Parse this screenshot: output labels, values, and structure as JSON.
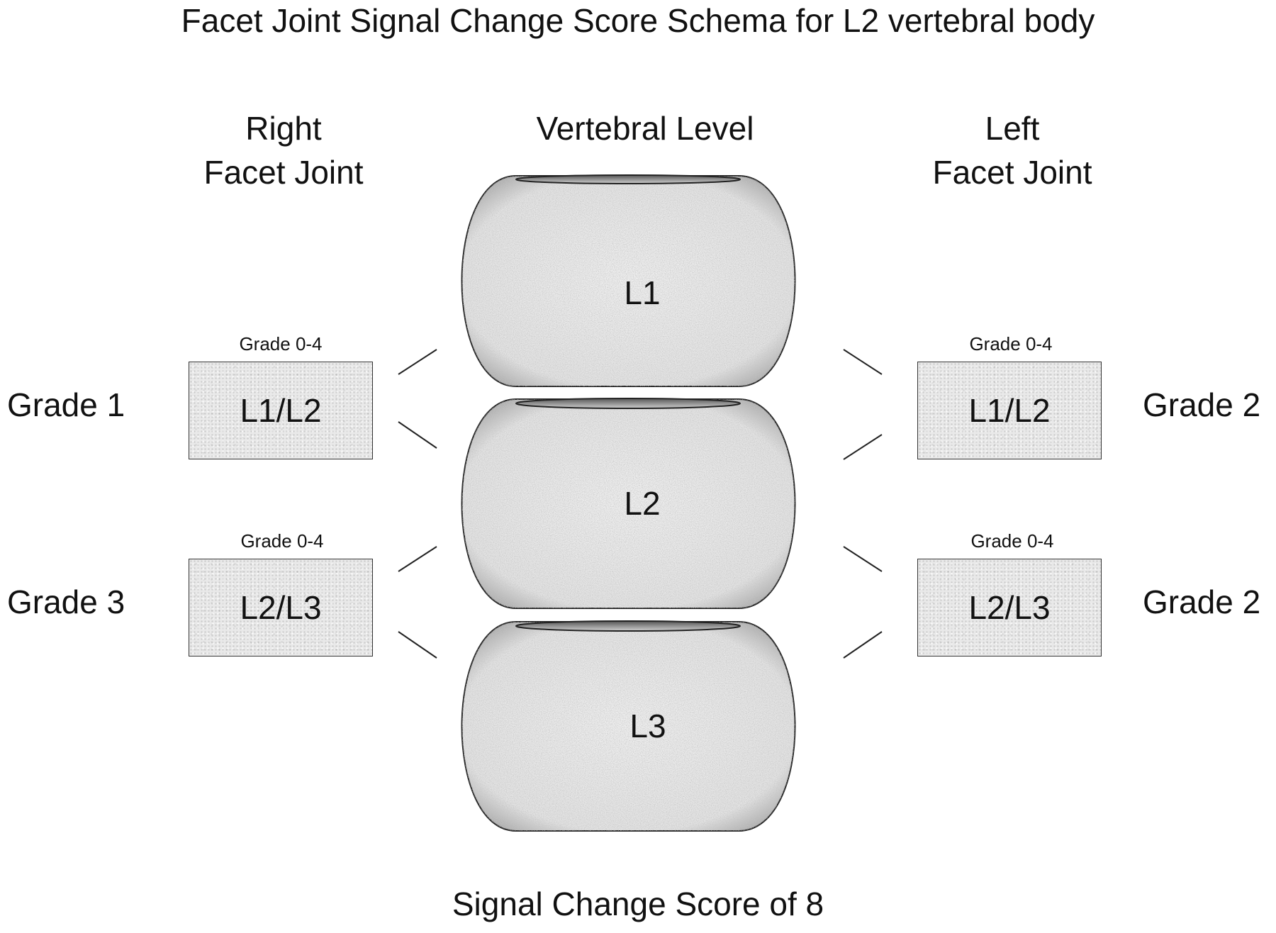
{
  "title": "Facet Joint Signal Change Score Schema for L2 vertebral body",
  "headers": {
    "right": {
      "line1": "Right",
      "line2": "Facet Joint"
    },
    "center": "Vertebral Level",
    "left": {
      "line1": "Left",
      "line2": "Facet Joint"
    }
  },
  "vertebrae": [
    "L1",
    "L2",
    "L3"
  ],
  "right_joints": [
    {
      "scale": "Grade 0-4",
      "label": "L1/L2",
      "grade": "Grade 1"
    },
    {
      "scale": "Grade 0-4",
      "label": "L2/L3",
      "grade": "Grade 3"
    }
  ],
  "left_joints": [
    {
      "scale": "Grade 0-4",
      "label": "L1/L2",
      "grade": "Grade 2"
    },
    {
      "scale": "Grade 0-4",
      "label": "L2/L3",
      "grade": "Grade 2"
    }
  ],
  "footer": "Signal Change Score of 8"
}
